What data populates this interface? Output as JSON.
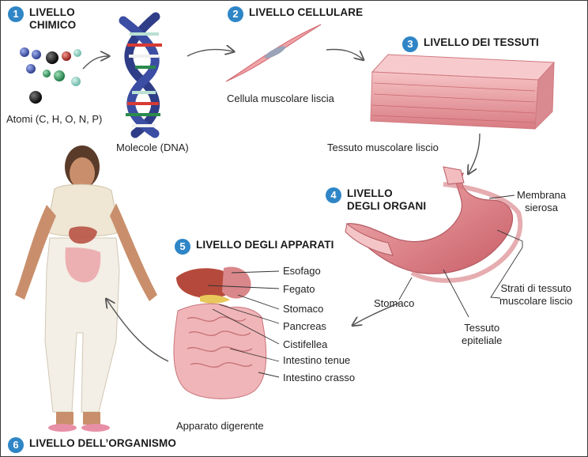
{
  "levels": [
    {
      "number": "1",
      "title_line1": "LIVELLO",
      "title_line2": "CHIMICO"
    },
    {
      "number": "2",
      "title": "LIVELLO CELLULARE"
    },
    {
      "number": "3",
      "title": "LIVELLO DEI TESSUTI"
    },
    {
      "number": "4",
      "title_line1": "LIVELLO",
      "title_line2": "DEGLI ORGANI"
    },
    {
      "number": "5",
      "title": "LIVELLO DEGLI APPARATI"
    },
    {
      "number": "6",
      "title": "LIVELLO DELL’ORGANISMO"
    }
  ],
  "labels": {
    "atoms": "Atomi (C, H, O, N, P)",
    "molecules": "Molecole (DNA)",
    "cell": "Cellula muscolare liscia",
    "tissue": "Tessuto muscolare liscio",
    "serosa_line1": "Membrana",
    "serosa_line2": "sierosa",
    "strata_line1": "Strati di tessuto",
    "strata_line2": "muscolare liscio",
    "stomach_organ": "Stomaco",
    "epithelial_line1": "Tessuto",
    "epithelial_line2": "epiteliale",
    "digestive_parts": [
      "Esofago",
      "Fegato",
      "Stomaco",
      "Pancreas",
      "Cistifellea",
      "Intestino tenue",
      "Intestino crasso"
    ],
    "digestive_system": "Apparato digerente"
  },
  "colors": {
    "badge": "#2f86c6",
    "tissue": "#e8a3a6",
    "organ": "#e0888e",
    "atom_blue": "#4a5fb0",
    "atom_green": "#3aa56a",
    "atom_red": "#c0302c",
    "atom_black": "#1c1c1c"
  }
}
